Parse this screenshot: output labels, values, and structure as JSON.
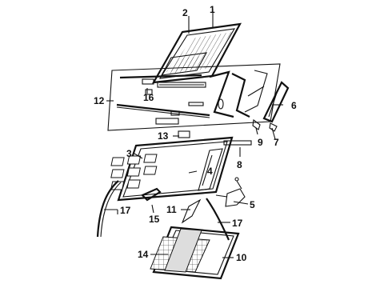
{
  "diagram": {
    "callouts": {
      "c1": "1",
      "c2": "2",
      "c3": "3",
      "c4": "4",
      "c5": "5",
      "c6": "6",
      "c7": "7",
      "c8": "8",
      "c9": "9",
      "c10": "10",
      "c11": "11",
      "c12": "12",
      "c13": "13",
      "c14": "14",
      "c15": "15",
      "c16": "16",
      "c17a": "17",
      "c17b": "17"
    }
  }
}
